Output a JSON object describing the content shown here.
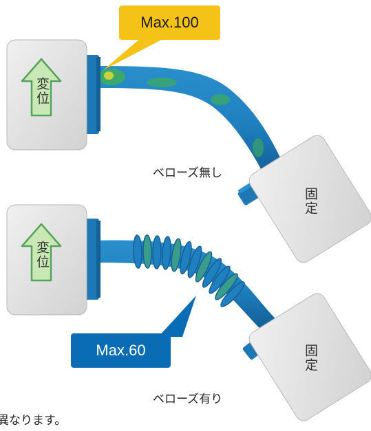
{
  "panels": [
    {
      "displacement_label": "変位",
      "fixed_label": "固定",
      "caption": "ベローズ無し",
      "max_label": "Max.100",
      "max_color": "#f5c218"
    },
    {
      "displacement_label": "変位",
      "fixed_label": "固定",
      "caption": "ベローズ有り",
      "max_label": "Max.60",
      "max_color": "#0a6cb5"
    }
  ],
  "footnote": "異なります。",
  "colors": {
    "pipe": "#1f7fbf",
    "pipe_dark": "#135f96",
    "stress_hot": "#3fae5a",
    "stress_warm": "#c8d23a",
    "arrow_fill": "#c9e8b5",
    "arrow_stroke": "#54a35a",
    "box_fill": "#e3e3e3",
    "box_stroke": "#b8b8b8"
  }
}
